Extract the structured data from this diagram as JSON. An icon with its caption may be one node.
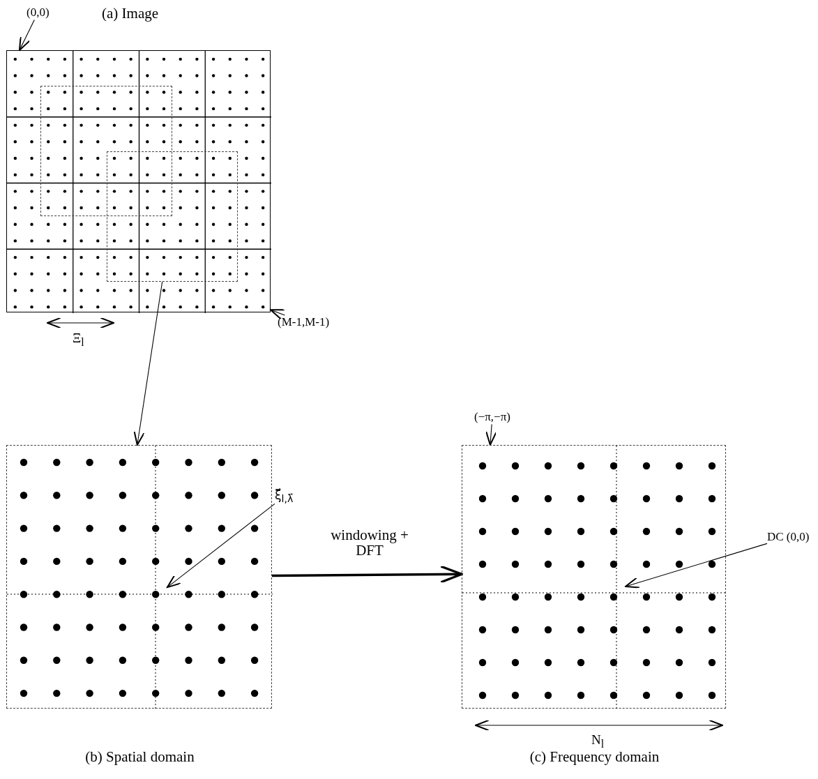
{
  "diagram": {
    "nodes": [
      {
        "text": [
          "(0,0)"
        ]
      },
      {
        "text": [
          "(a) Image"
        ]
      },
      {
        "text": [],
        "shape": "box",
        "in": 1
      },
      {
        "text": [],
        "shape": "box",
        "in": 1
      },
      {
        "text": [
          "(M-1,M-1)"
        ]
      },
      {
        "text": [
          "(−π,−π)"
        ]
      },
      {
        "text": [
          "(b) Spatial domain"
        ]
      },
      {
        "text": [
          "ξ⃗$_{l,λ⃗}$"
        ]
      },
      {
        "text": [
          "(c) Frequency domain"
        ]
      },
      {
        "text": [
          "DC (0,0)"
        ]
      }
    ],
    "edges": [
      {
        "from": 0,
        "to": 1,
        "arrow": "to"
      },
      {
        "from": 4,
        "to": 1,
        "arrow": "to"
      },
      {
        "from": 3,
        "to": 6,
        "arrow": "to"
      },
      {
        "from": 5,
        "to": 8,
        "arrow": "to"
      },
      {
        "from": 7,
        "to": 6,
        "arrow": "to"
      },
      {
        "from": 6,
        "to": 8,
        "arrow": "to",
        "label": "windowing + DFT",
        "style": "thick"
      },
      {
        "from": 9,
        "to": 8,
        "arrow": "to"
      }
    ],
    "labels": [
      "Ξ$_{l}$",
      "N$_{l}$"
    ]
  }
}
